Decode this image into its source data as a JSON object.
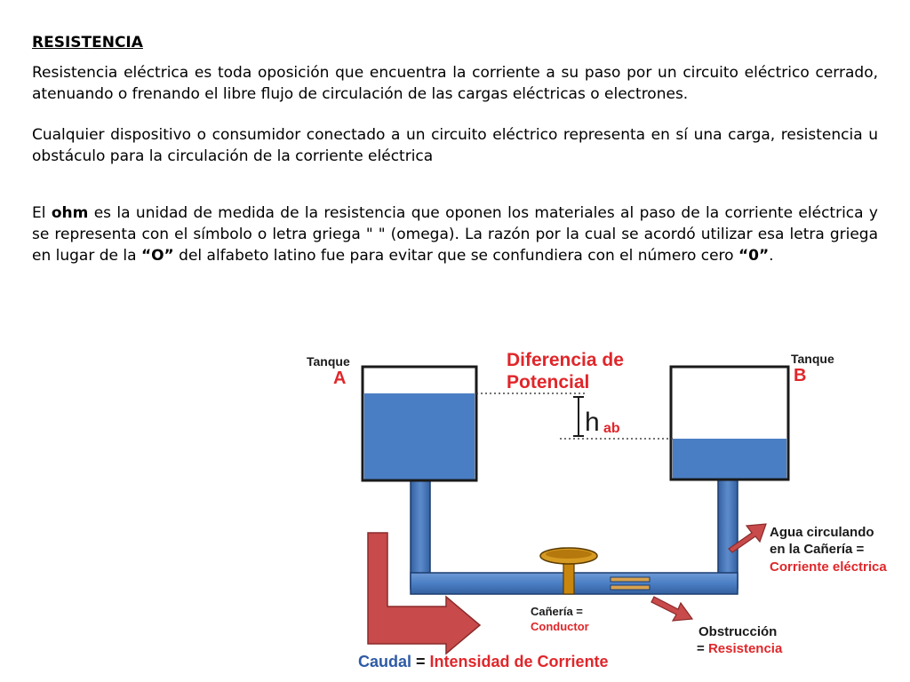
{
  "title": "RESISTENCIA",
  "paragraph1": "Resistencia eléctrica es toda oposición que encuentra la corriente a su paso por un circuito eléctrico cerrado, atenuando o frenando el libre flujo de circulación de las cargas eléctricas o electrones.",
  "paragraph2": "Cualquier dispositivo o consumidor conectado a un circuito eléctrico representa en sí una carga, resistencia u obstáculo para la circulación de la corriente eléctrica",
  "paragraph3": {
    "p1": "El ",
    "b1": "ohm",
    "p2": " es la unidad de medida de la resistencia que oponen los materiales al paso de la corriente eléctrica y se representa con el símbolo o letra griega  \"  \" (omega). La razón por la cual se acordó utilizar esa letra griega en lugar de la ",
    "b2": "“O”",
    "p3": " del alfabeto latino fue para evitar que se confundiera con el número cero ",
    "b3": "“0”",
    "p4": "."
  },
  "diagram": {
    "tank_a_label": "Tanque",
    "tank_a_letter": "A",
    "tank_b_label": "Tanque",
    "tank_b_letter": "B",
    "potential_line1": "Diferencia de",
    "potential_line2": "Potencial",
    "h_symbol": "h",
    "h_sub": "ab",
    "water_line1": "Agua circulando",
    "water_line2": "en la Cañería =",
    "water_line3": "Corriente eléctrica",
    "pipe_line1": "Cañería =",
    "pipe_line2": "Conductor",
    "obstruction_line1": "Obstrucción",
    "obstruction_eq": "= ",
    "obstruction_line2": "Resistencia",
    "flow_label": "Caudal",
    "flow_eq": " = ",
    "flow_value": "Intensidad de Corriente",
    "colors": {
      "water": "#4a7ec4",
      "pipe_edge": "#1c3d6e",
      "red_text": "#e0262a",
      "arrow_red": "#c84a4a",
      "dark_text": "#1a1a1a",
      "caudal_blue": "#2e5aa6"
    }
  }
}
